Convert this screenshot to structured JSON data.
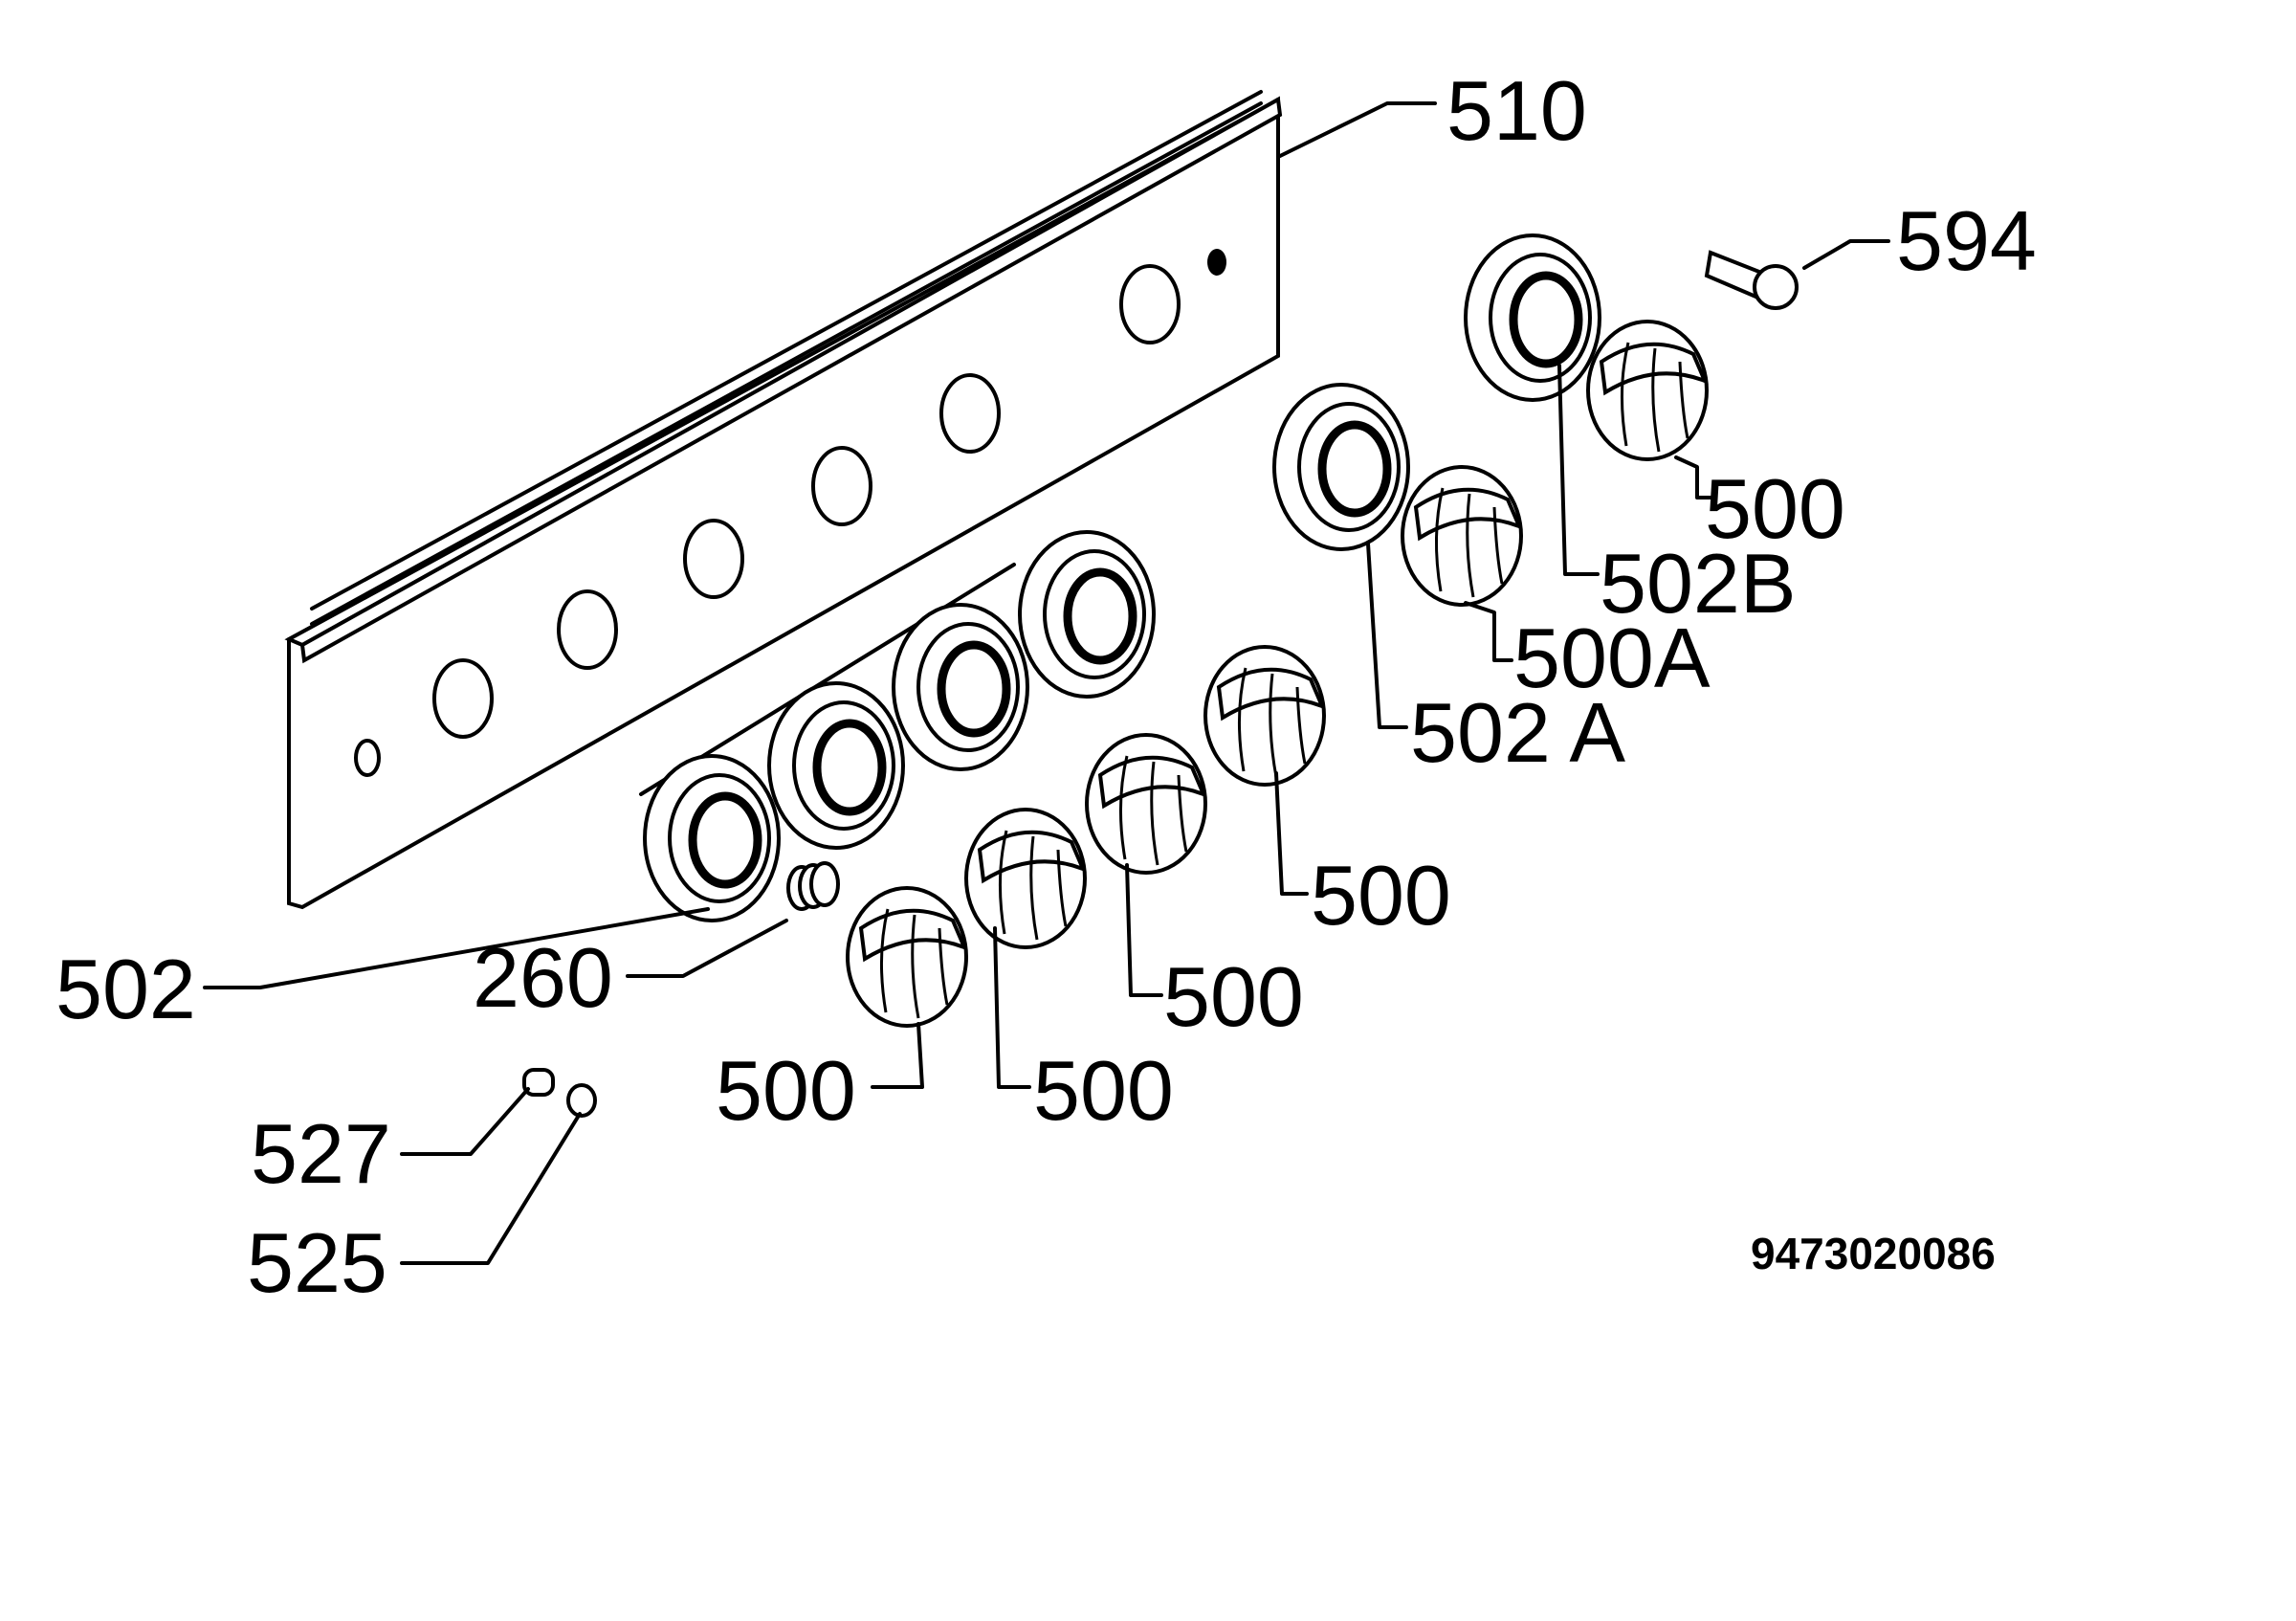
{
  "diagram": {
    "drawing_number": "9473020086",
    "callouts": {
      "c510": "510",
      "c594": "594",
      "c500_top": "500",
      "c502B": "502B",
      "c500A": "500A",
      "c502A": "502 A",
      "c500_right": "500",
      "c500_mid": "500",
      "c500_b1": "500",
      "c500_b2": "500",
      "c502": "502",
      "c260": "260",
      "c527": "527",
      "c525": "525"
    }
  }
}
